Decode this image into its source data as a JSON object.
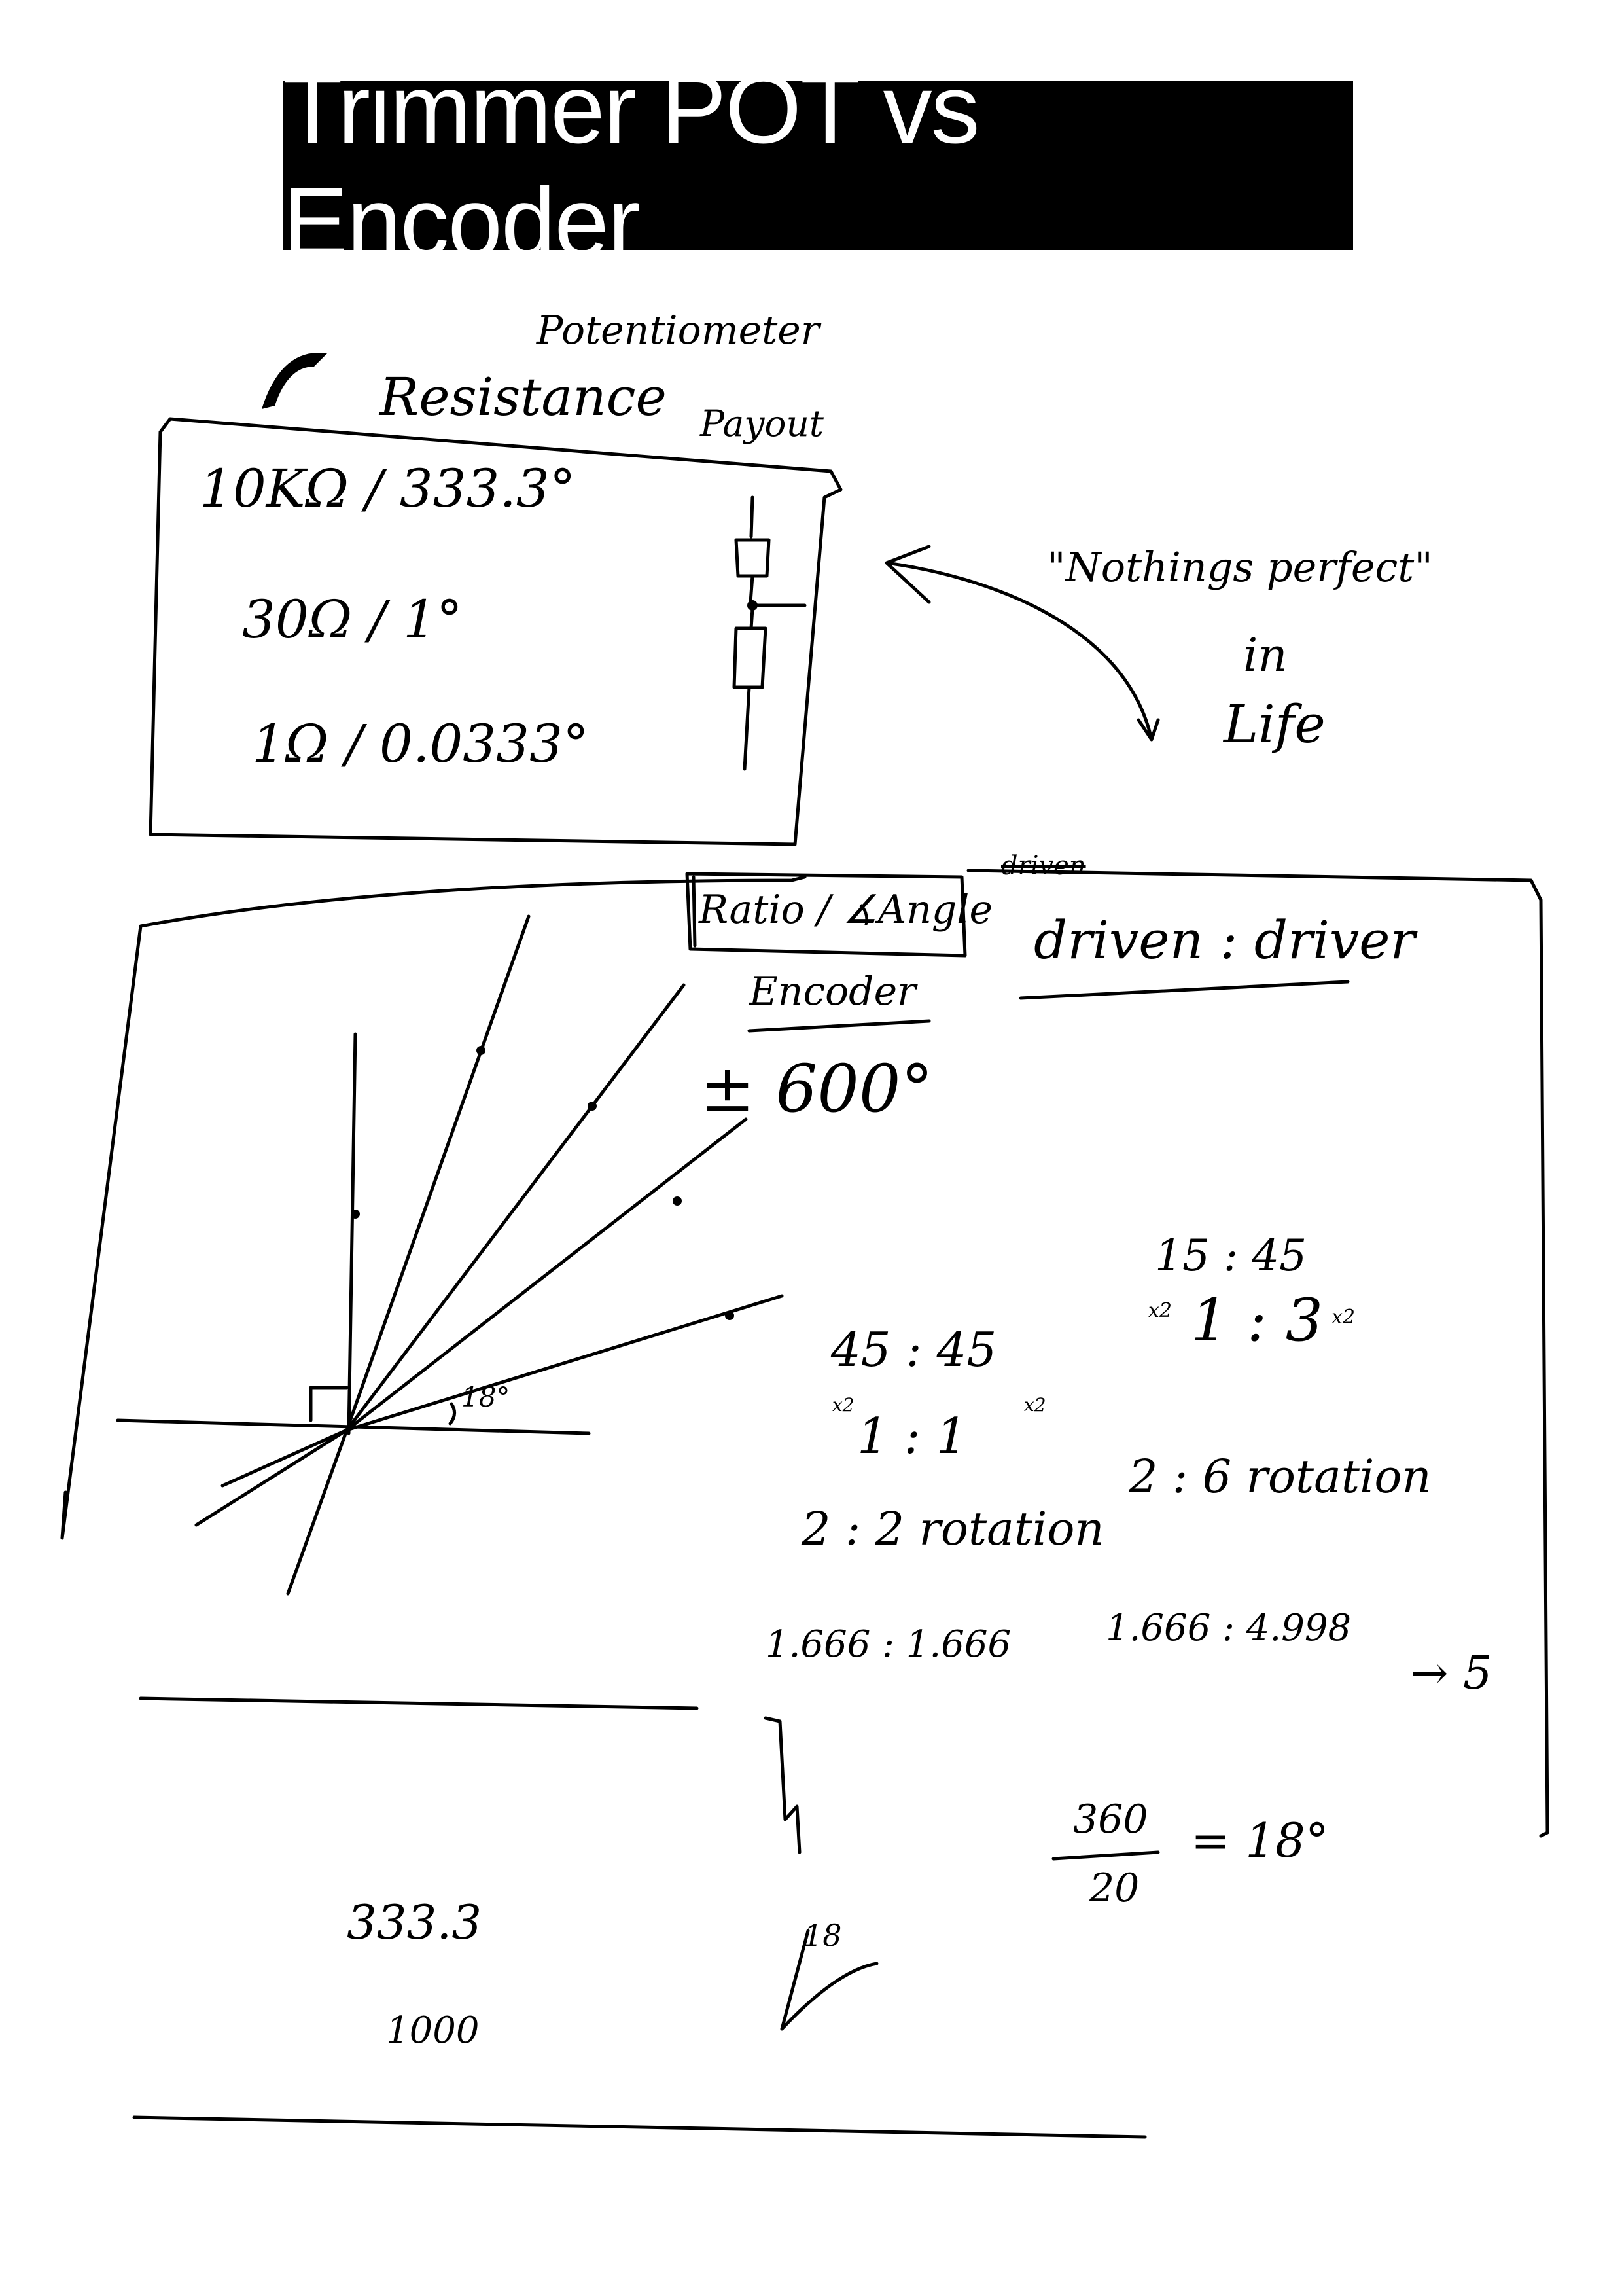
{
  "title": "Trimmer POT vs Encoder",
  "notes": {
    "potentiometer": "Potentiometer",
    "resistance": "Resistance",
    "payout": "Payout",
    "r1": "10KΩ / 333.3°",
    "r2": "30Ω / 1°",
    "r3": "1Ω / 0.0333°",
    "quote_line1": "\"Nothings perfect\"",
    "quote_line2": "in",
    "quote_line3": "Life",
    "ratio_box": "Ratio / ∡Angle",
    "encoder": "Encoder",
    "plusminus": "± 600°",
    "driven_driver": "driven : driver",
    "driven_struck": "driven",
    "angle_18": "18°",
    "r_15_45": "15 : 45",
    "r_1_3": "1 : 3",
    "x2a": "x2",
    "x2b": "x2",
    "r_45_45": "45 : 45",
    "r_1_1": "1 : 1",
    "x2c": "x2",
    "x2d": "x2",
    "rot_2_6": "2 : 6 rotation",
    "rot_2_2": "2 : 2 rotation",
    "r_1666_a": "1.666 : 1.666",
    "r_1666_b": "1.666 : 4.998",
    "arrow5": "→ 5",
    "frac_num": "360",
    "frac_den": "20",
    "frac_result": "= 18°",
    "n_3373": "333.3",
    "n_1000": "1000",
    "angle_18_small": "18"
  }
}
